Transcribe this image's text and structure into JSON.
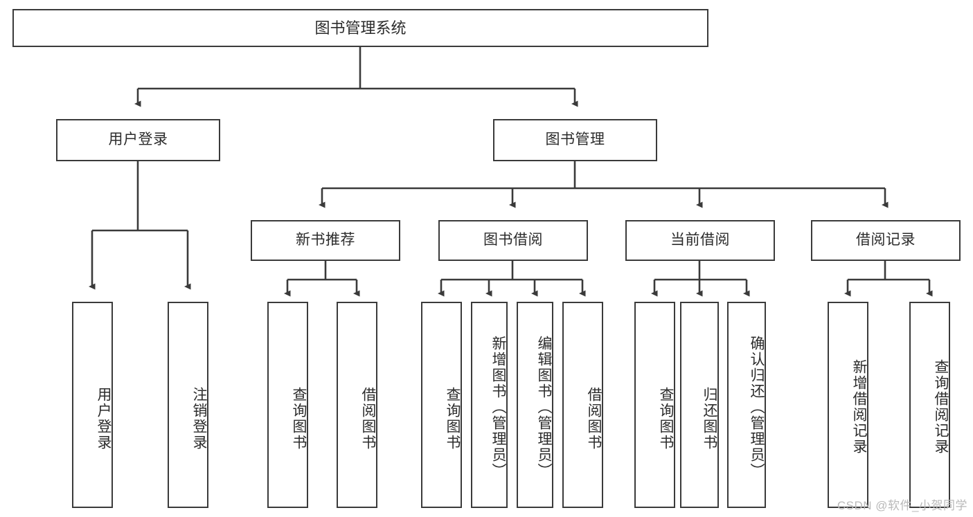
{
  "diagram": {
    "title": "图书管理系统",
    "type": "tree-hierarchy",
    "root": {
      "id": "root",
      "label": "图书管理系统"
    },
    "level2": [
      {
        "id": "user-login",
        "label": "用户登录"
      },
      {
        "id": "book-manage",
        "label": "图书管理"
      }
    ],
    "level3": [
      {
        "id": "new-book-recommend",
        "label": "新书推荐",
        "parent": "book-manage"
      },
      {
        "id": "book-borrow",
        "label": "图书借阅",
        "parent": "book-manage"
      },
      {
        "id": "current-borrow",
        "label": "当前借阅",
        "parent": "book-manage"
      },
      {
        "id": "borrow-record",
        "label": "借阅记录",
        "parent": "book-manage"
      }
    ],
    "leaves": [
      {
        "id": "leaf-user-login",
        "label": "用户登录",
        "parent": "user-login"
      },
      {
        "id": "leaf-user-logout",
        "label": "注销登录",
        "parent": "user-login"
      },
      {
        "id": "leaf-query-book-1",
        "label": "查询图书",
        "parent": "new-book-recommend"
      },
      {
        "id": "leaf-borrow-book-1",
        "label": "借阅图书",
        "parent": "new-book-recommend"
      },
      {
        "id": "leaf-query-book-2",
        "label": "查询图书",
        "parent": "book-borrow"
      },
      {
        "id": "leaf-add-book",
        "label": "新增图书（管理员）",
        "parent": "book-borrow"
      },
      {
        "id": "leaf-edit-book",
        "label": "编辑图书（管理员）",
        "parent": "book-borrow"
      },
      {
        "id": "leaf-borrow-book-2",
        "label": "借阅图书",
        "parent": "book-borrow"
      },
      {
        "id": "leaf-query-book-3",
        "label": "查询图书",
        "parent": "current-borrow"
      },
      {
        "id": "leaf-return-book",
        "label": "归还图书",
        "parent": "current-borrow"
      },
      {
        "id": "leaf-confirm-return",
        "label": "确认归还（管理员）",
        "parent": "current-borrow"
      },
      {
        "id": "leaf-add-record",
        "label": "新增借阅记录",
        "parent": "borrow-record"
      },
      {
        "id": "leaf-query-record",
        "label": "查询借阅记录",
        "parent": "borrow-record"
      }
    ]
  },
  "watermark": {
    "text": "CSDN @软件_小贺同学"
  },
  "colors": {
    "stroke": "#3a3a3a",
    "box_fill": "#ffffff",
    "text": "#2b2b2b",
    "watermark": "#b9b9b9",
    "background": "#ffffff"
  }
}
